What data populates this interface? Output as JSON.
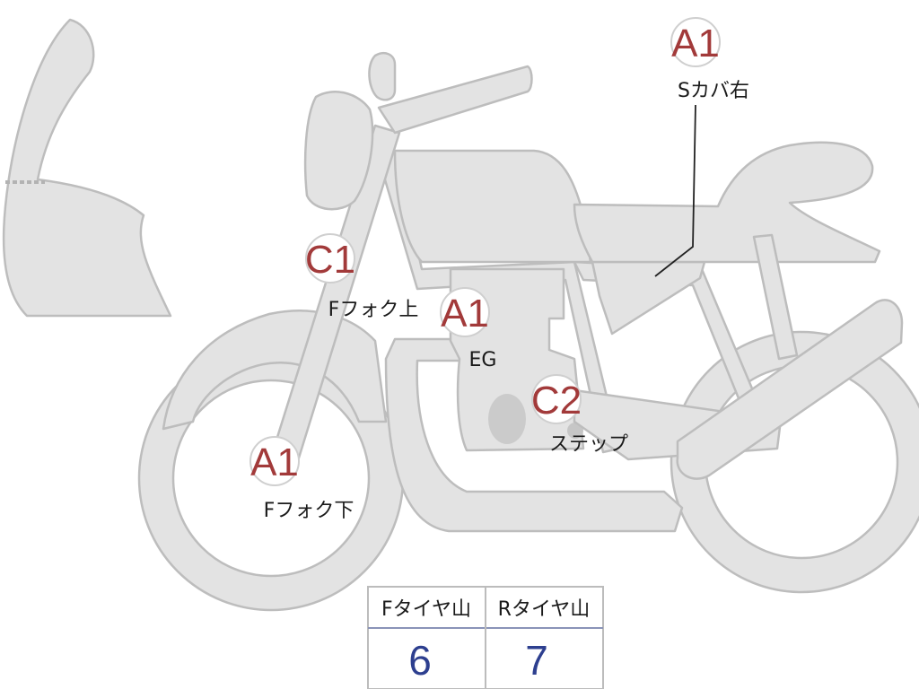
{
  "inspection_marks": [
    {
      "grade": "A1",
      "part": "Sカバ右"
    },
    {
      "grade": "C1",
      "part": "Fフォク上"
    },
    {
      "grade": "A1",
      "part": "EG"
    },
    {
      "grade": "C2",
      "part": "ステップ"
    },
    {
      "grade": "A1",
      "part": "Fフォク下"
    }
  ],
  "tire_table": {
    "headers": [
      "Fタイヤ山",
      "Rタイヤ山"
    ],
    "values": [
      "6",
      "7"
    ]
  },
  "colors": {
    "grade_text": "#a23a3a",
    "table_value": "#2d3f8f",
    "bike_fill": "#e3e3e3",
    "bike_outline": "#bdbdbd"
  }
}
